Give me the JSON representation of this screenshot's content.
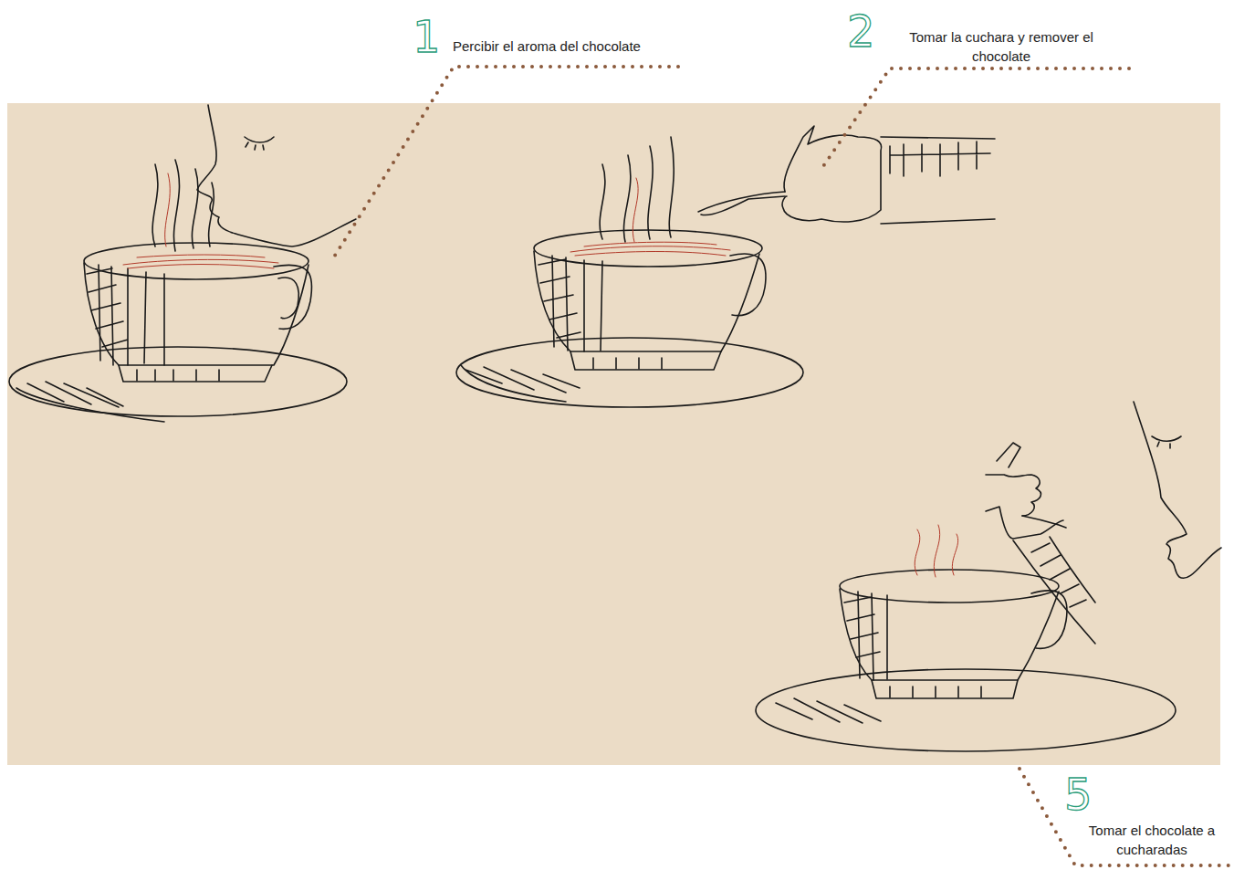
{
  "diagram": {
    "labels": [
      "1",
      "Percibir el aroma del chocolate",
      "2",
      "Tomar la cuchara y remover el chocolate",
      "5",
      "Tomar el chocolate a cucharadas"
    ]
  }
}
